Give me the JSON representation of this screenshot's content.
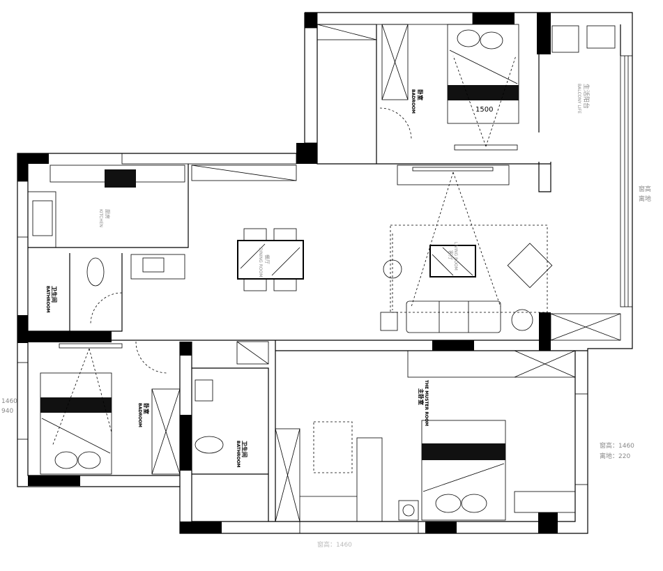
{
  "plan": {
    "rooms": {
      "bedroom_top": {
        "cn": "卧室",
        "en": "BADROOM"
      },
      "bed_width": "1500",
      "balcony": {
        "cn": "生活阳台",
        "en": "BALCONY LIFE"
      },
      "kitchen": {
        "cn": "厨房",
        "en": "KITCHEN"
      },
      "dining": {
        "cn": "餐厅",
        "en": "DINING ROOM"
      },
      "living": {
        "cn": "客厅",
        "en": "LIVING ROOM"
      },
      "bathroom_left": {
        "cn": "卫生间",
        "en": "BATHROOM"
      },
      "bedroom_left": {
        "cn": "卧室",
        "en": "BADROOM"
      },
      "bathroom_mid": {
        "cn": "卫生间",
        "en": "BATHROOM"
      },
      "master": {
        "cn": "主卧室",
        "en": "THE MUSTER ROOM"
      }
    },
    "notes": {
      "right_top_1": "窗高",
      "right_top_2": "离地",
      "right_mid_1": "窗高：1460",
      "right_mid_2": "离地：220",
      "left_1": "1460",
      "left_2": "940",
      "bottom": "窗高：1460"
    }
  }
}
